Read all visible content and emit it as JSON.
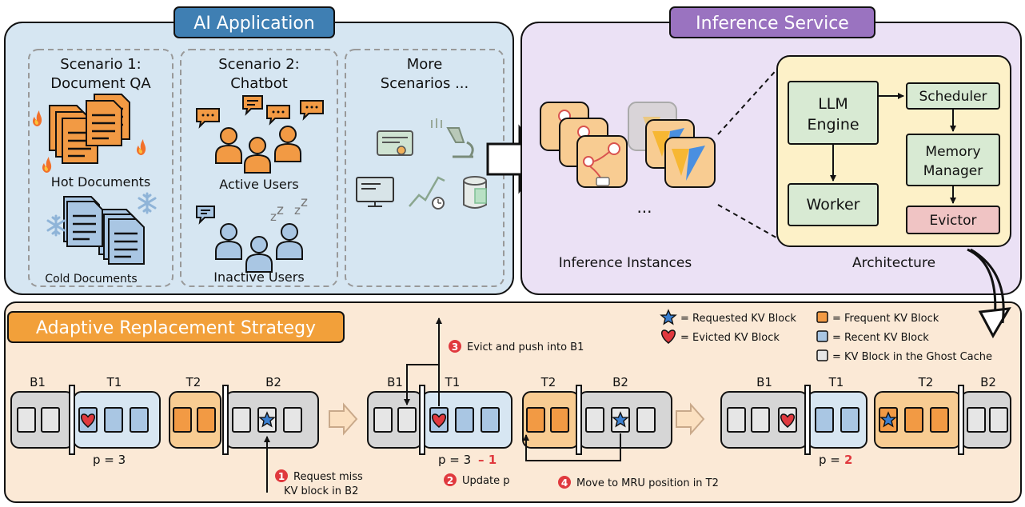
{
  "ai_app": {
    "title": "AI Application",
    "scenario1": {
      "line1": "Scenario 1:",
      "line2": "Document QA",
      "hot": "Hot Documents",
      "cold": "Cold Documents"
    },
    "scenario2": {
      "line1": "Scenario 2:",
      "line2": "Chatbot",
      "active": "Active Users",
      "inactive": "Inactive Users"
    },
    "scenario3": {
      "line1": "More",
      "line2": "Scenarios ..."
    }
  },
  "inference": {
    "title": "Inference Service",
    "instances_label": "Inference Instances",
    "ellipsis": "...",
    "architecture_label": "Architecture",
    "llm_engine_1": "LLM",
    "llm_engine_2": "Engine",
    "scheduler": "Scheduler",
    "memory_manager_1": "Memory",
    "memory_manager_2": "Manager",
    "worker": "Worker",
    "evictor": "Evictor"
  },
  "arc": {
    "title": "Adaptive Replacement Strategy",
    "legend": {
      "requested": "= Requested KV Block",
      "evicted": "= Evicted KV Block",
      "frequent": "= Frequent KV Block",
      "recent": "= Recent KV Block",
      "ghost": "= KV Block in the Ghost Cache"
    },
    "labels": {
      "b1": "B1",
      "t1": "T1",
      "t2": "T2",
      "b2": "B2"
    },
    "p1": "p = 3",
    "p2_a": "p = 3",
    "p2_b": "– 1",
    "p3_a": "p =",
    "p3_b": "2",
    "steps": {
      "n1": "1",
      "s1_line1": "Request miss",
      "s1_line2": "KV block in B2",
      "n2": "2",
      "s2": "Update p",
      "n3": "3",
      "s3": "Evict and push into B1",
      "n4": "4",
      "s4": "Move to MRU position in T2"
    }
  },
  "colors": {
    "ai_panel": "#d6e6f2",
    "inference_panel": "#ebe1f5",
    "arc_panel": "#fbe9d6",
    "architecture_panel": "#fdf1c8",
    "ai_title": "#3f7fb3",
    "inf_title": "#9a73c0",
    "arc_title": "#f2a03a",
    "frequent": "#f29a44",
    "recent": "#a9c6e3",
    "ghost": "#e6e6e6",
    "recent_bg": "#d7e6f2",
    "frequent_bg": "#f8cc92",
    "ghost_bg": "#d6d6d6",
    "module_green": "#d8ead3",
    "evictor_red": "#f0c4c4",
    "badge_red": "#e0393e"
  }
}
